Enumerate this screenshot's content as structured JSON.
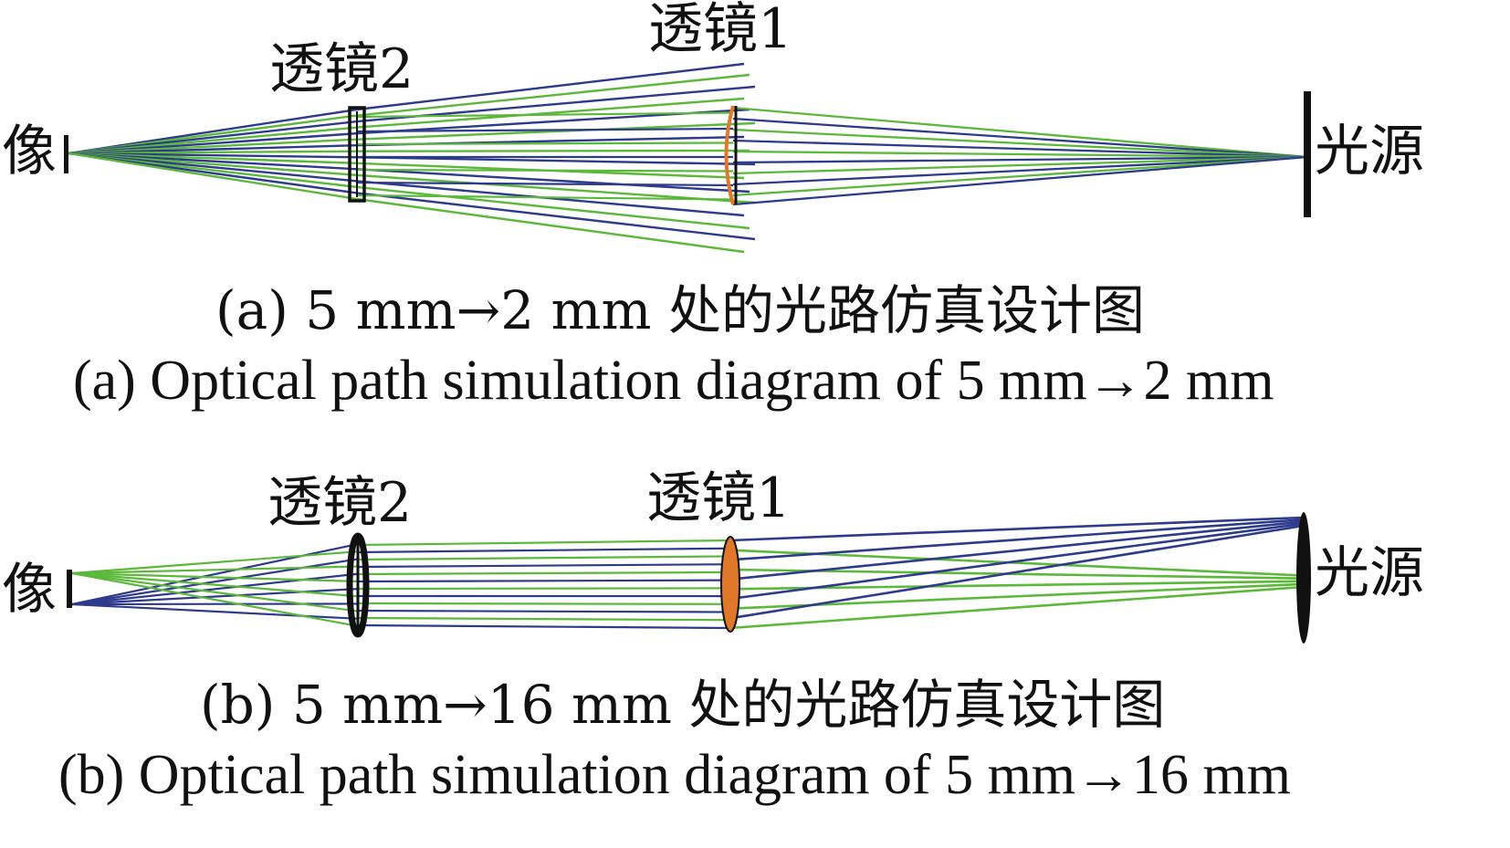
{
  "colors": {
    "ray_blue": "#2e3a8c",
    "ray_green": "#5cb83a",
    "lens1_edge": "#e0782a",
    "component": "#111111"
  },
  "panel_a": {
    "image_label": "像",
    "source_label": "光源",
    "lens1_label": "透镜1",
    "lens2_label": "透镜2",
    "caption_cn": "(a)  5 mm→2 mm 处的光路仿真设计图",
    "caption_en": "(a) Optical path simulation diagram of 5 mm→2 mm"
  },
  "panel_b": {
    "image_label": "像",
    "source_label": "光源",
    "lens1_label": "透镜1",
    "lens2_label": "透镜2",
    "caption_cn": "(b)  5 mm→16 mm 处的光路仿真设计图",
    "caption_en": "(b) Optical path simulation diagram of 5 mm→16 mm"
  }
}
